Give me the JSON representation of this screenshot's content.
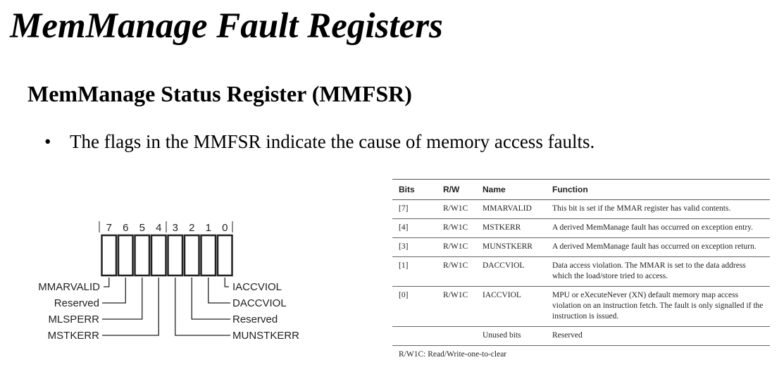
{
  "title": "MemManage Fault Registers",
  "subtitle": "MemManage Status Register (MMFSR)",
  "bullet": {
    "marker": "•",
    "text": "The flags in the MMFSR indicate the cause of memory access faults."
  },
  "diagram": {
    "bit_numbers": [
      "7",
      "6",
      "5",
      "4",
      "3",
      "2",
      "1",
      "0"
    ],
    "left_labels": [
      "MMARVALID",
      "Reserved",
      "MLSPERR",
      "MSTKERR"
    ],
    "right_labels": [
      "IACCVIOL",
      "DACCVIOL",
      "Reserved",
      "MUNSTKERR"
    ]
  },
  "table": {
    "headers": [
      "Bits",
      "R/W",
      "Name",
      "Function"
    ],
    "rows": [
      [
        "[7]",
        "R/W1C",
        "MMARVALID",
        "This bit is set if the MMAR register has valid contents."
      ],
      [
        "[4]",
        "R/W1C",
        "MSTKERR",
        "A derived MemManage fault has occurred on exception entry."
      ],
      [
        "[3]",
        "R/W1C",
        "MUNSTKERR",
        "A derived MemManage fault has occurred on exception return."
      ],
      [
        "[1]",
        "R/W1C",
        "DACCVIOL",
        "Data access violation. The MMAR is set to the data address which the load/store tried to access."
      ],
      [
        "[0]",
        "R/W1C",
        "IACCVIOL",
        "MPU or eXecuteNever (XN) default memory map access violation on an instruction fetch. The fault is only signalled if the instruction is issued."
      ],
      [
        "",
        "",
        "Unused bits",
        "Reserved"
      ]
    ],
    "footnote": "R/W1C: Read/Write-one-to-clear"
  }
}
